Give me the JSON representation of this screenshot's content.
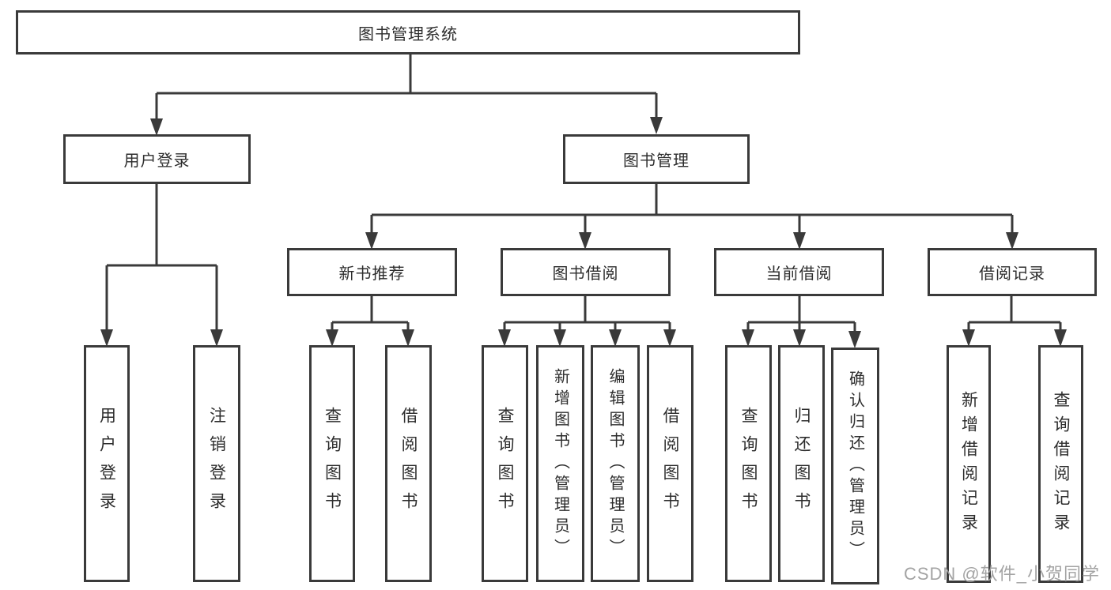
{
  "root": {
    "label": "图书管理系统"
  },
  "login_branch": {
    "label": "用户登录",
    "children": [
      "用户登录",
      "注销登录"
    ]
  },
  "mgmt_branch": {
    "label": "图书管理"
  },
  "sections": [
    {
      "label": "新书推荐",
      "children": [
        "查询图书",
        "借阅图书"
      ]
    },
    {
      "label": "图书借阅",
      "children": [
        "查询图书",
        "新增图书（管理员）",
        "编辑图书（管理员）",
        "借阅图书"
      ]
    },
    {
      "label": "当前借阅",
      "children": [
        "查询图书",
        "归还图书",
        "确认归还（管理员）"
      ]
    },
    {
      "label": "借阅记录",
      "children": [
        "新增借阅记录",
        "查询借阅记录"
      ]
    }
  ],
  "watermark": "CSDN @软件_小贺同学",
  "colors": {
    "line": "#3a3a3a",
    "box_border": "#3a3a3a",
    "box_fill": "#ffffff",
    "text": "#2d2d2d",
    "watermark": "#9e9e9e"
  }
}
